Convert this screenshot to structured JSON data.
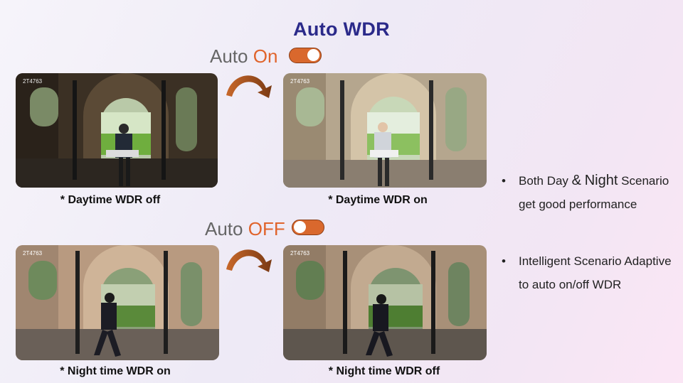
{
  "slide": {
    "title": "Auto WDR",
    "auto_on": {
      "prefix": "Auto ",
      "highlight": "On",
      "toggle_state": "on"
    },
    "auto_off": {
      "prefix": "Auto ",
      "highlight": "OFF",
      "toggle_state": "off"
    },
    "captions": {
      "day_off": "* Daytime WDR off",
      "day_on": "* Daytime WDR on",
      "night_on": "* Night time WDR on",
      "night_off": "* Night time WDR off"
    },
    "camera_stamp": "2T4763",
    "bullets": [
      {
        "part1": "Both Day ",
        "amp": "&",
        "part2": " ",
        "night": "Night",
        "part3": " Scenario",
        "line2": "get good performance"
      },
      {
        "line1": "Intelligent Scenario Adaptive",
        "line2": "to auto on/off WDR"
      }
    ],
    "colors": {
      "title": "#2b2a8a",
      "accent": "#e0642c",
      "toggle": "#d9682d"
    }
  }
}
